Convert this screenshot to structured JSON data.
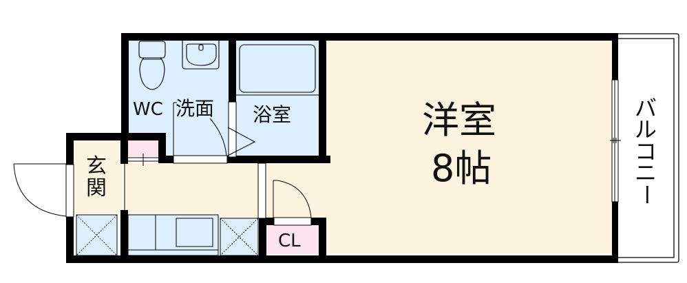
{
  "floorplan": {
    "rooms": {
      "western_room": {
        "name": "洋室",
        "size": "8帖"
      },
      "bathroom": {
        "name": "浴室"
      },
      "wc": {
        "name": "WC"
      },
      "washroom": {
        "name": "洗面"
      },
      "entrance": {
        "name_line1": "玄",
        "name_line2": "関"
      },
      "closet": {
        "name": "CL"
      },
      "balcony": {
        "chars": [
          "バ",
          "ル",
          "コ",
          "ニ",
          "ー"
        ]
      }
    },
    "colors": {
      "wall": "#000000",
      "living_floor": "#fdf4e0",
      "wet_area_floor": "#ddeffc",
      "closet_floor": "#fbe4ee",
      "background": "#ffffff"
    }
  }
}
